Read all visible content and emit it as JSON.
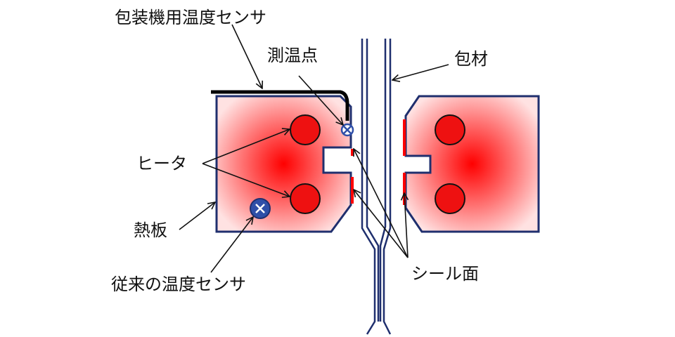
{
  "labels": {
    "packaging_sensor": "包装機用温度センサ",
    "measurement_point": "測温点",
    "packaging_material": "包材",
    "heater": "ヒータ",
    "hot_plate": "熱板",
    "conventional_sensor": "従来の温度センサ",
    "seal_surface": "シール面"
  },
  "colors": {
    "plate_center": "#ff0000",
    "plate_edge": "#ffe2e2",
    "plate_outline": "#1f2f6e",
    "heater_fill": "#ee1111",
    "seal_surface": "#ff0000",
    "sensor_cable": "#000000",
    "conventional_sensor_fill": "#2f4fa8"
  },
  "icons": {
    "measurement_point": "x-mark-icon",
    "conventional_sensor": "x-circle-icon"
  }
}
